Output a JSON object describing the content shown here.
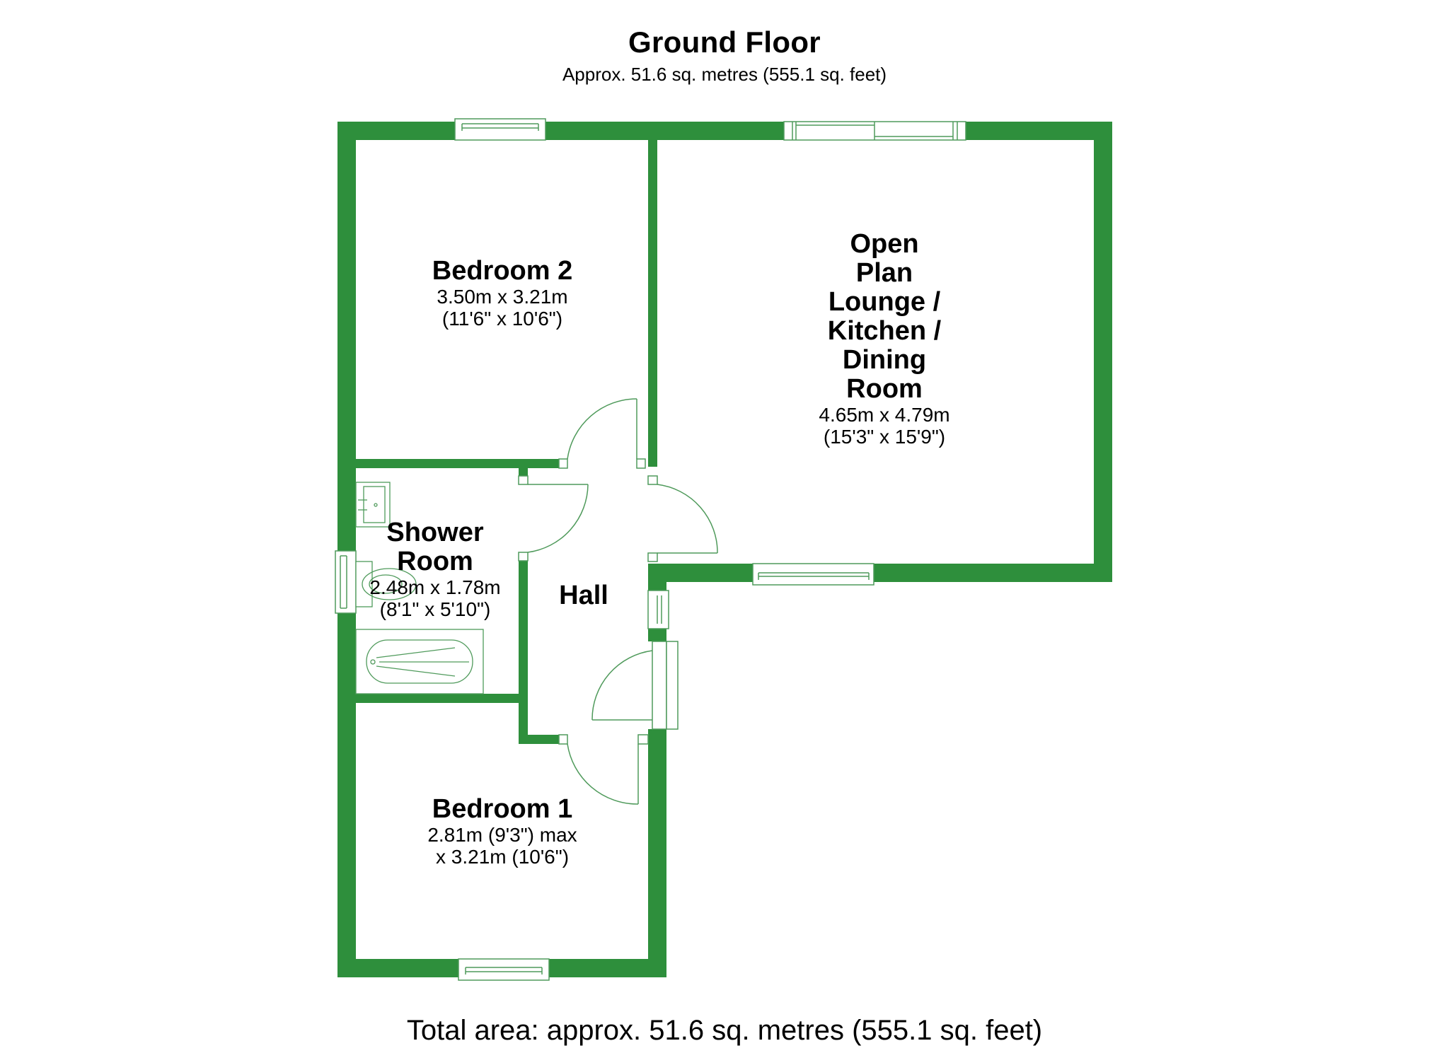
{
  "header": {
    "title": "Ground Floor",
    "subtitle": "Approx. 51.6 sq. metres (555.1 sq. feet)"
  },
  "footer": {
    "total_area": "Total area: approx. 51.6 sq. metres (555.1 sq. feet)"
  },
  "colors": {
    "wall": "#2e8f3c",
    "fixture_line": "#4f9a5b",
    "background": "#ffffff",
    "text": "#000000"
  },
  "rooms": {
    "bedroom2": {
      "name": "Bedroom 2",
      "dim_metric": "3.50m x 3.21m",
      "dim_imperial": "(11'6\" x 10'6\")"
    },
    "lounge": {
      "name_lines": [
        "Open",
        "Plan",
        "Lounge /",
        "Kitchen /",
        "Dining",
        "Room"
      ],
      "dim_metric": "4.65m x 4.79m",
      "dim_imperial": "(15'3\" x 15'9\")"
    },
    "shower": {
      "name_lines": [
        "Shower",
        "Room"
      ],
      "dim_metric": "2.48m x 1.78m",
      "dim_imperial": "(8'1\" x 5'10\")"
    },
    "hall": {
      "name": "Hall"
    },
    "bedroom1": {
      "name": "Bedroom 1",
      "dim_line1": "2.81m (9'3\") max",
      "dim_line2": "x 3.21m (10'6\")"
    }
  }
}
